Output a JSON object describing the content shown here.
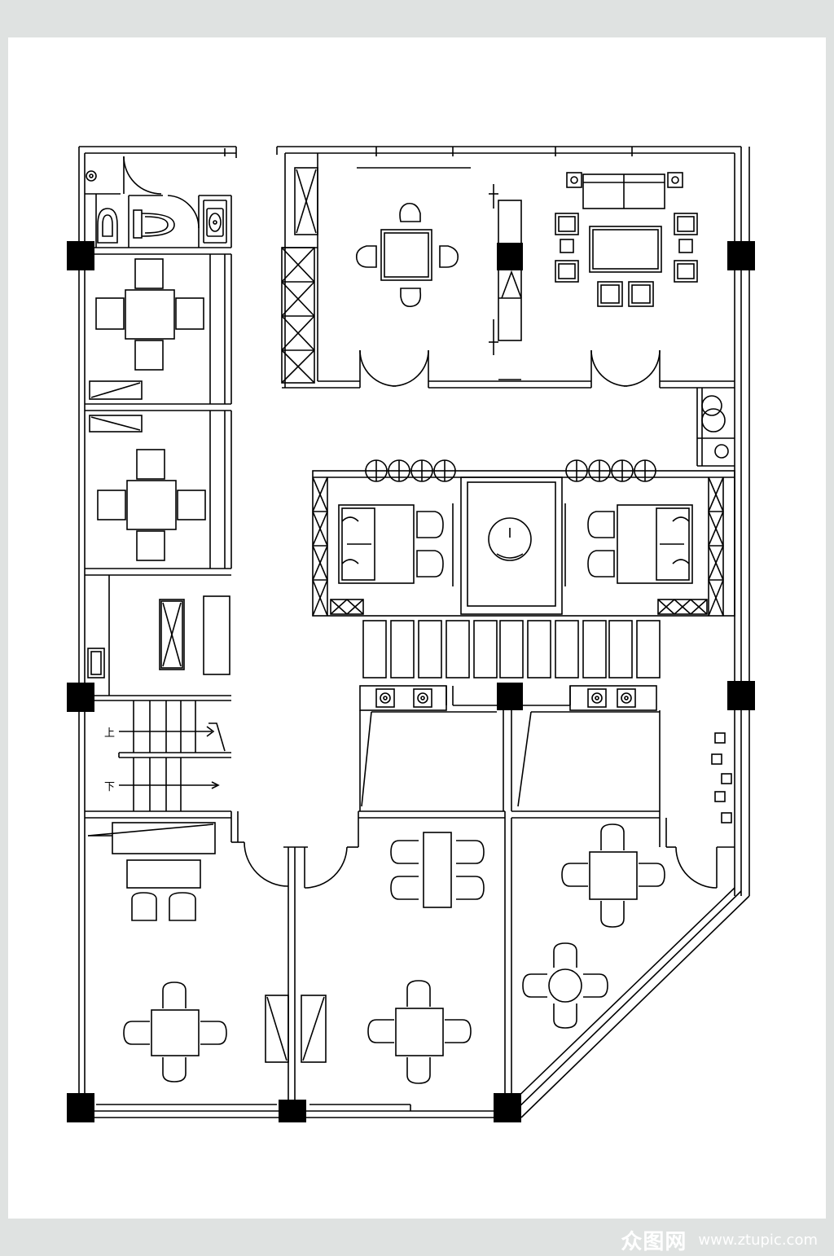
{
  "plan": {
    "stair_up_label": "上",
    "stair_down_label": "下"
  },
  "watermark": {
    "brand": "众图网",
    "url": "www.ztupic.com"
  },
  "colors": {
    "line": "#000000",
    "paper": "#ffffff",
    "margin": "#dfe2e1"
  }
}
